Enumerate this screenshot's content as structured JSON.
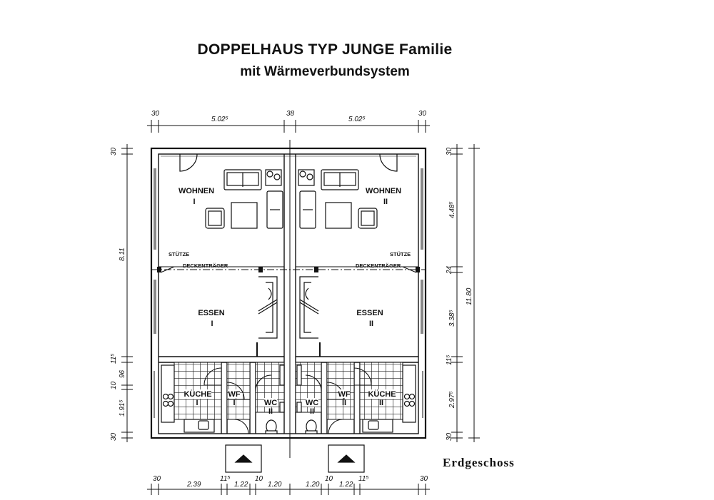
{
  "title": {
    "line1": "DOPPELHAUS  TYP JUNGE Familie",
    "line2": "mit Wärmeverbundsystem"
  },
  "caption": "Erdgeschoss",
  "dimensions": {
    "top": [
      "30",
      "5.02⁵",
      "38",
      "5.02⁵",
      "30"
    ],
    "bottom": [
      "30",
      "2.39",
      "11⁵",
      "1.22",
      "10",
      "1.20",
      "1.20",
      "10",
      "1.22",
      "11⁵",
      "30"
    ],
    "left": [
      "30",
      "8.11",
      "11⁵",
      "96",
      "10",
      "1.91⁵",
      "30"
    ],
    "right": [
      "30",
      "4.48⁵",
      "24",
      "3.38⁵",
      "11⁵",
      "2.97⁵",
      "30"
    ],
    "right_total": "11.80"
  },
  "rooms": {
    "wohnen_1": {
      "name": "WOHNEN",
      "num": "I"
    },
    "wohnen_2": {
      "name": "WOHNEN",
      "num": "II"
    },
    "essen_1": {
      "name": "ESSEN",
      "num": "I"
    },
    "essen_2": {
      "name": "ESSEN",
      "num": "II"
    },
    "kueche_1": {
      "name": "KÜCHE",
      "num": "I"
    },
    "kueche_2": {
      "name": "KÜCHE",
      "num": "II"
    },
    "wf_1": {
      "name": "WF",
      "num": "I"
    },
    "wf_2": {
      "name": "WF",
      "num": "II"
    },
    "wc_1": {
      "name": "WC",
      "num": "II"
    },
    "wc_2": {
      "name": "WC",
      "num": "II"
    }
  },
  "labels": {
    "stuetze": "STÜTZE",
    "deckentraeger": "DECKENTRÄGER"
  }
}
